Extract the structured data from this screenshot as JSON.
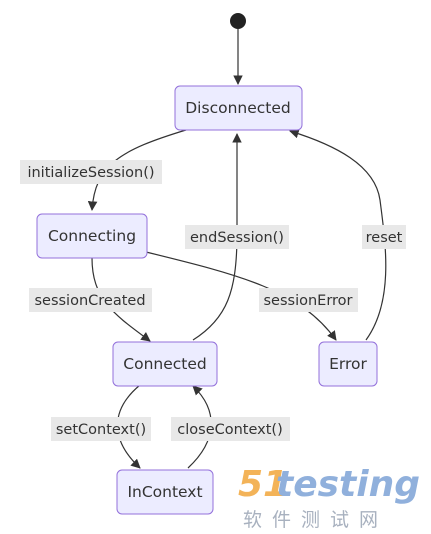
{
  "states": {
    "disconnected": "Disconnected",
    "connecting": "Connecting",
    "connected": "Connected",
    "error": "Error",
    "in_context": "InContext"
  },
  "transitions": {
    "initialize_session": "initializeSession()",
    "end_session": "endSession()",
    "reset": "reset",
    "session_created": "sessionCreated",
    "session_error": "sessionError",
    "set_context": "setContext()",
    "close_context": "closeContext()"
  },
  "watermark": {
    "logo_digits": "51",
    "logo_word": "testing",
    "subtitle": "软件测试网"
  },
  "colors": {
    "state_fill": "#ECECFF",
    "state_stroke": "#9370DB",
    "edge": "#333333",
    "label_bg": "#e8e8e8",
    "watermark_orange": "#f2a63b",
    "watermark_blue": "#7da3d6"
  }
}
